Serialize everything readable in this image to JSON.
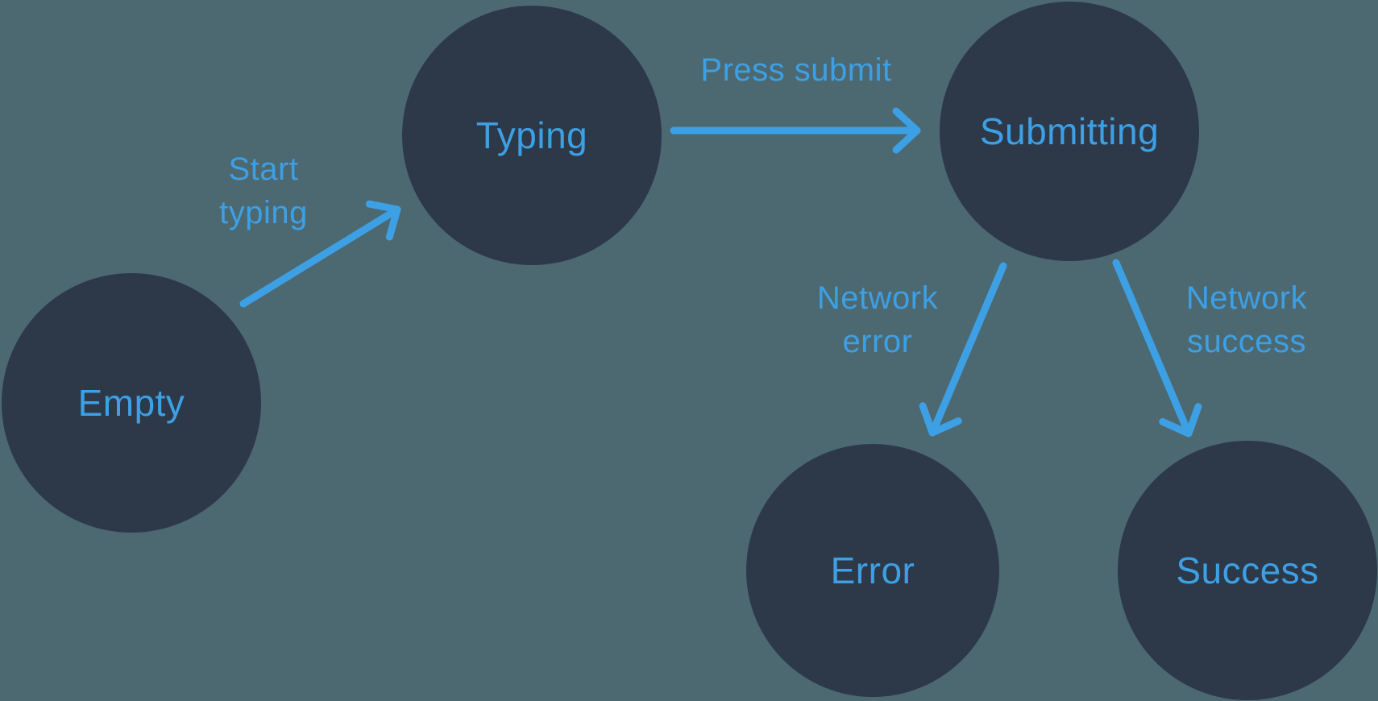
{
  "diagram_type": "state-machine",
  "nodes": [
    {
      "id": "empty",
      "label": "Empty"
    },
    {
      "id": "typing",
      "label": "Typing"
    },
    {
      "id": "submitting",
      "label": "Submitting"
    },
    {
      "id": "error",
      "label": "Error"
    },
    {
      "id": "success",
      "label": "Success"
    }
  ],
  "edges": [
    {
      "id": "start-typing",
      "label": "Start typing",
      "from": "empty",
      "to": "typing"
    },
    {
      "id": "press-submit",
      "label": "Press submit",
      "from": "typing",
      "to": "submitting"
    },
    {
      "id": "network-error",
      "label": "Network error",
      "from": "submitting",
      "to": "error"
    },
    {
      "id": "network-success",
      "label": "Network success",
      "from": "submitting",
      "to": "success"
    }
  ],
  "colors": {
    "background": "#4C6871",
    "node_fill": "#2D3948",
    "accent": "#3DA0E5"
  }
}
